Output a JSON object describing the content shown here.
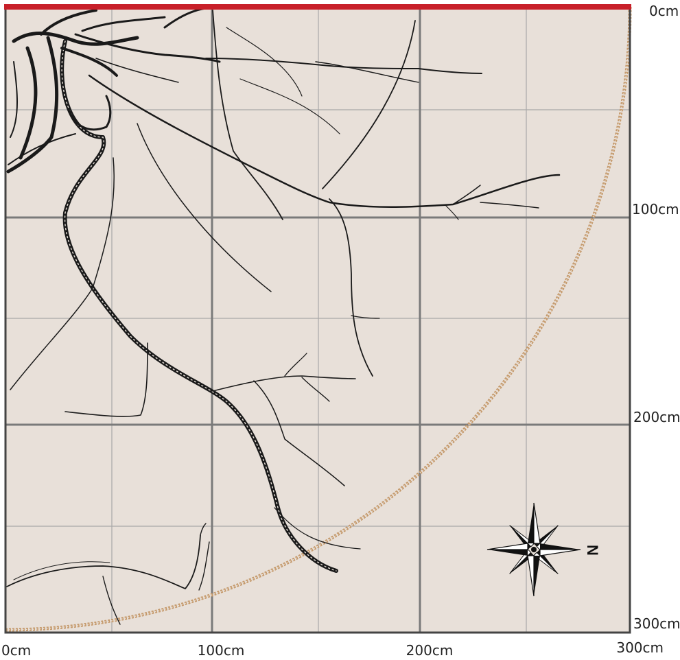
{
  "axes": {
    "x_tick_labels": [
      "0cm",
      "100cm",
      "200cm",
      "300cm"
    ],
    "y_tick_labels": [
      "0cm",
      "100cm",
      "200cm",
      "300cm"
    ],
    "x_range_cm": [
      0,
      300
    ],
    "y_range_cm": [
      0,
      300
    ],
    "major_grid_cm": 100,
    "minor_grid_cm": 50
  },
  "compass": {
    "north_label": "N",
    "north_direction": "right"
  },
  "colors": {
    "background": "#e8e0d9",
    "top_edge": "#c8202a",
    "frame": "#444444",
    "major_grid": "#7a7a7a",
    "minor_grid": "#a8a8a8",
    "roots": "#1a1a1a",
    "arc": "#c59a6c"
  },
  "arc": {
    "center_cm": [
      0,
      0
    ],
    "radius_cm": 300,
    "style": "beaded"
  }
}
